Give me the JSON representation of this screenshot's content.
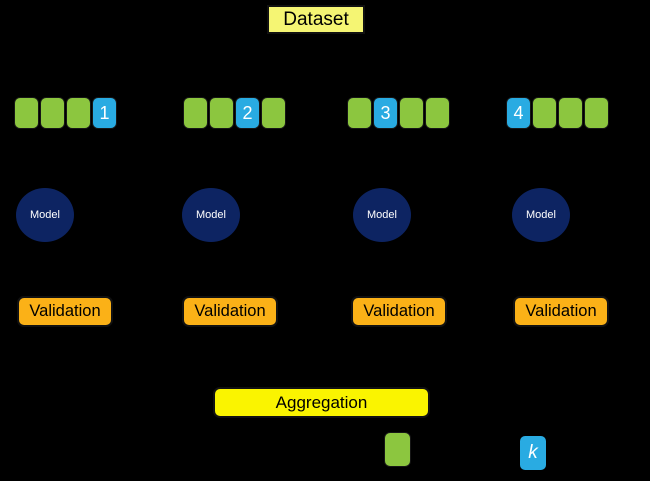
{
  "diagram": {
    "dataset_label": "Dataset",
    "model_label": "Model",
    "validation_label": "Validation",
    "aggregation_label": "Aggregation",
    "fold_groups": [
      {
        "fold_number": "1",
        "validation_position": 4,
        "cells": [
          "train",
          "train",
          "train",
          "validation"
        ]
      },
      {
        "fold_number": "2",
        "validation_position": 3,
        "cells": [
          "train",
          "train",
          "validation",
          "train"
        ]
      },
      {
        "fold_number": "3",
        "validation_position": 2,
        "cells": [
          "train",
          "validation",
          "train",
          "train"
        ]
      },
      {
        "fold_number": "4",
        "validation_position": 1,
        "cells": [
          "validation",
          "train",
          "train",
          "train"
        ]
      }
    ],
    "legend": {
      "k_label": "k",
      "training_fold_color": "#8CC63F",
      "validation_fold_color": "#29ABE2"
    },
    "colors": {
      "background": "#000000",
      "dataset_fill": "#F5F573",
      "aggregation_fill": "#FAF400",
      "validation_fill": "#FBB117",
      "model_fill": "#0D2462",
      "train_cell_fill": "#8CC63F",
      "validation_cell_fill": "#29ABE2"
    }
  }
}
